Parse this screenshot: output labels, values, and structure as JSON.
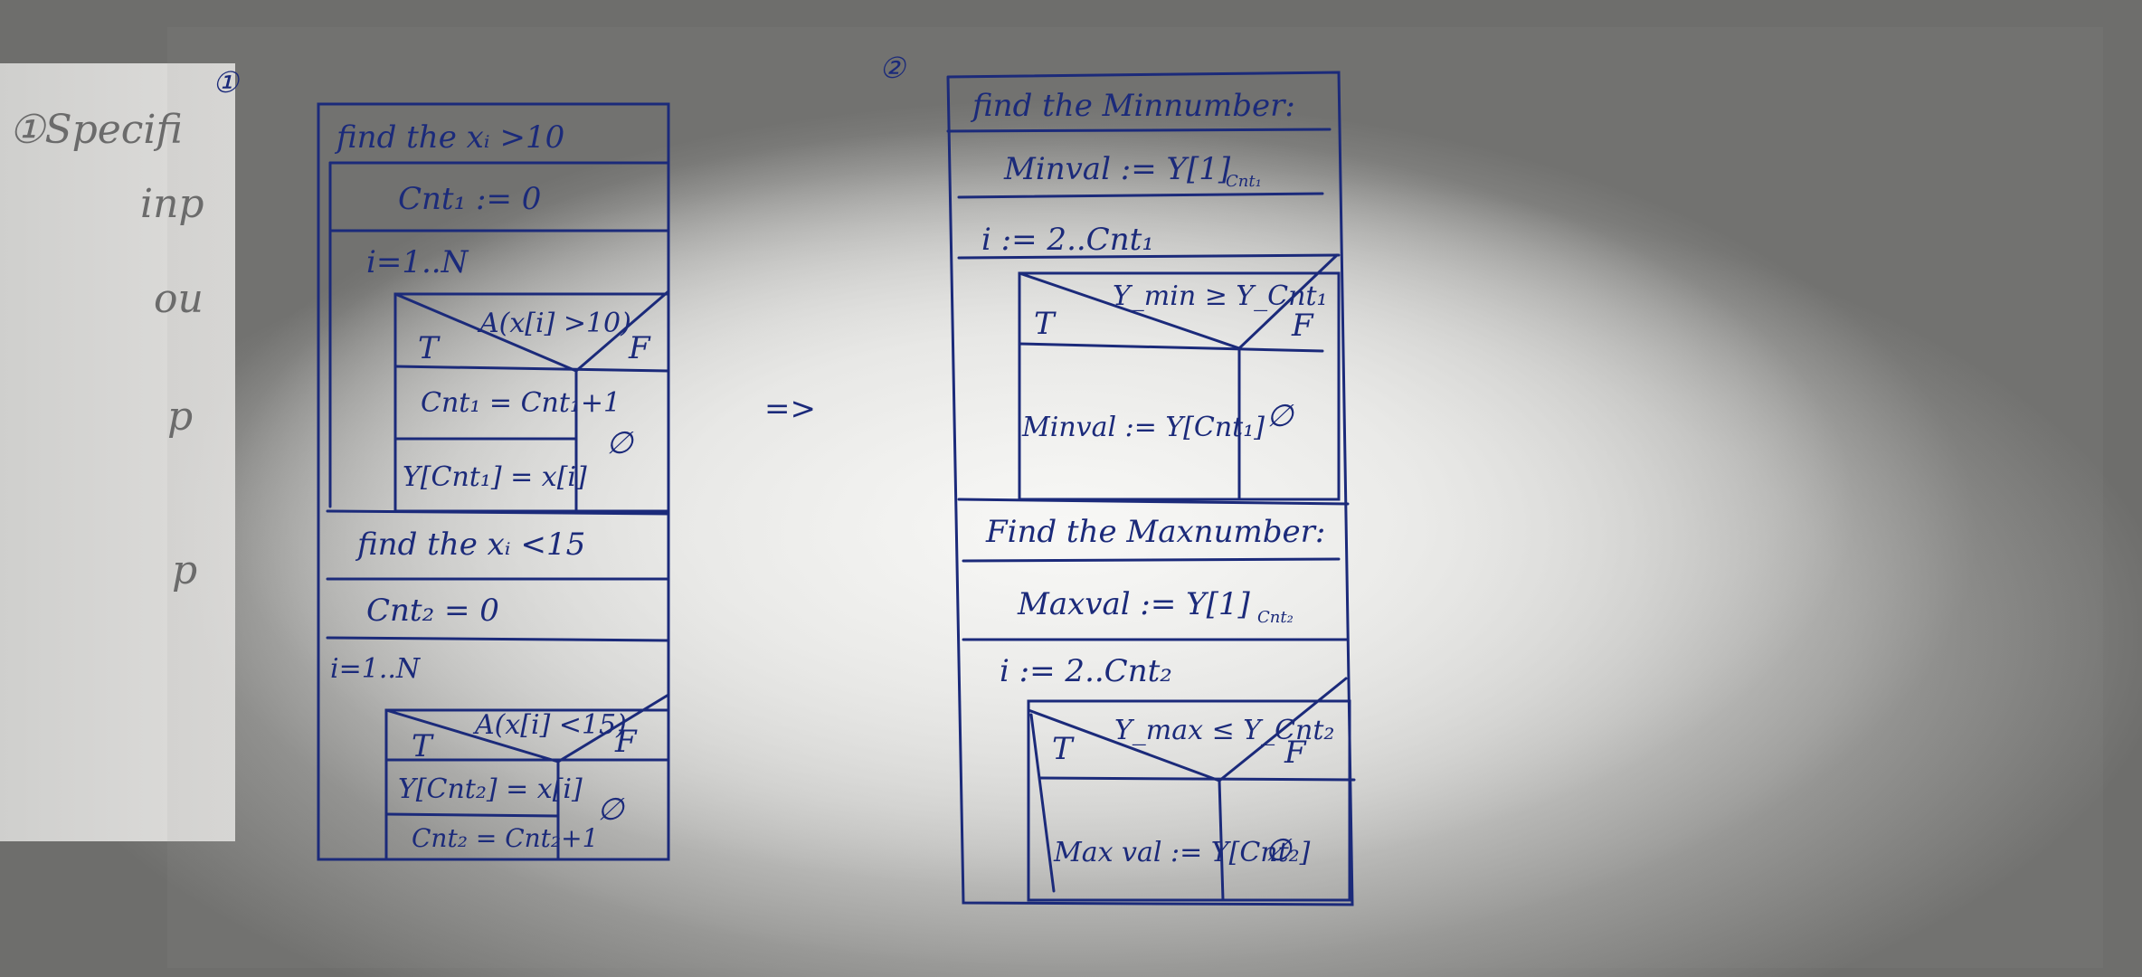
{
  "left_margin_notes": {
    "heading": "①Specifi",
    "line_inp": "inp",
    "line_ou": "ou",
    "line_p1": "p",
    "line_p2": "p"
  },
  "diagram1": {
    "label": "①",
    "title": "find the xᵢ >10",
    "init": "Cnt₁ := 0",
    "loop": "i=1..N",
    "condition": "A(x[i] >10)",
    "true_label": "T",
    "false_label": "F",
    "true_stmt1": "Cnt₁ = Cnt₁+1",
    "true_stmt2": "Y[Cnt₁] = x[i]",
    "false_stmt": "∅",
    "title2": "find the xᵢ <15",
    "init2": "Cnt₂ = 0",
    "loop2": "i=1..N",
    "condition2": "A(x[i] <15)",
    "true_label2": "T",
    "false_label2": "F",
    "true_stmt3": "Y[Cnt₂] = x[i]",
    "true_stmt4": "Cnt₂ = Cnt₂+1",
    "false_stmt2": "∅"
  },
  "arrow": "=>",
  "diagram2": {
    "label": "②",
    "title": "find the Minnumber:",
    "init": "Minval := Y[1]",
    "init_subscript": "Cnt₁",
    "loop": "i := 2..Cnt₁",
    "condition": "Y_min ≥ Y_Cnt₁",
    "true_label": "T",
    "false_label": "F",
    "true_stmt": "Minval := Y[Cnt₁]",
    "false_stmt": "∅",
    "title2": "Find the Maxnumber:",
    "init2": "Maxval := Y[1]",
    "init2_subscript": "Cnt₂",
    "loop2": "i := 2..Cnt₂",
    "condition2": "Y_max ≤ Y_Cnt₂",
    "true_label2": "T",
    "false_label2": "F",
    "true_stmt2": "Max val := Y[Cnt₂]",
    "false_stmt2": "∅"
  },
  "colors": {
    "ink": "#1b2a7a",
    "pencil": "#6b6b6b",
    "paper": "#f1f1ef"
  }
}
